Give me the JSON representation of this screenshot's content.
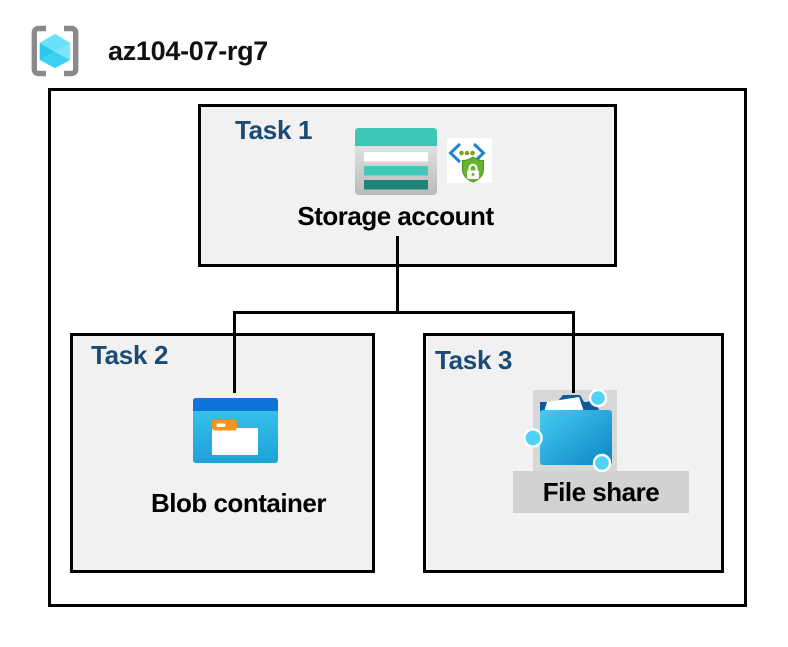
{
  "header": {
    "resource_group_name": "az104-07-rg7",
    "resource_group_icon": "resource-group-icon"
  },
  "diagram": {
    "tasks": [
      {
        "label": "Task 1",
        "resource": "Storage account",
        "icons": [
          "storage-account-icon",
          "secure-access-shield-icon"
        ]
      },
      {
        "label": "Task 2",
        "resource": "Blob container",
        "icons": [
          "blob-container-icon"
        ]
      },
      {
        "label": "Task 3",
        "resource": "File share",
        "icons": [
          "file-share-icon"
        ],
        "highlighted": true
      }
    ],
    "connections": [
      {
        "from": "Storage account",
        "to": "Blob container"
      },
      {
        "from": "Storage account",
        "to": "File share"
      }
    ]
  },
  "colors": {
    "task_label": "#1b4a73",
    "task_box_fill": "#f1f1f1",
    "border": "#000000",
    "storage_teal": "#3fc7b5",
    "storage_teal_dark": "#1e8478",
    "blob_header_blue": "#0f74d8",
    "blob_body_blue": "#2fbce9",
    "folder_orange": "#f7941e",
    "file_share_blue": "#0d84c4",
    "file_share_cyan": "#4fd4f7",
    "highlight_gray": "#d5d5d5",
    "shield_green": "#67b42c",
    "bracket_gray": "#8a8a8a",
    "cube_cyan": "#3ed0f3"
  }
}
